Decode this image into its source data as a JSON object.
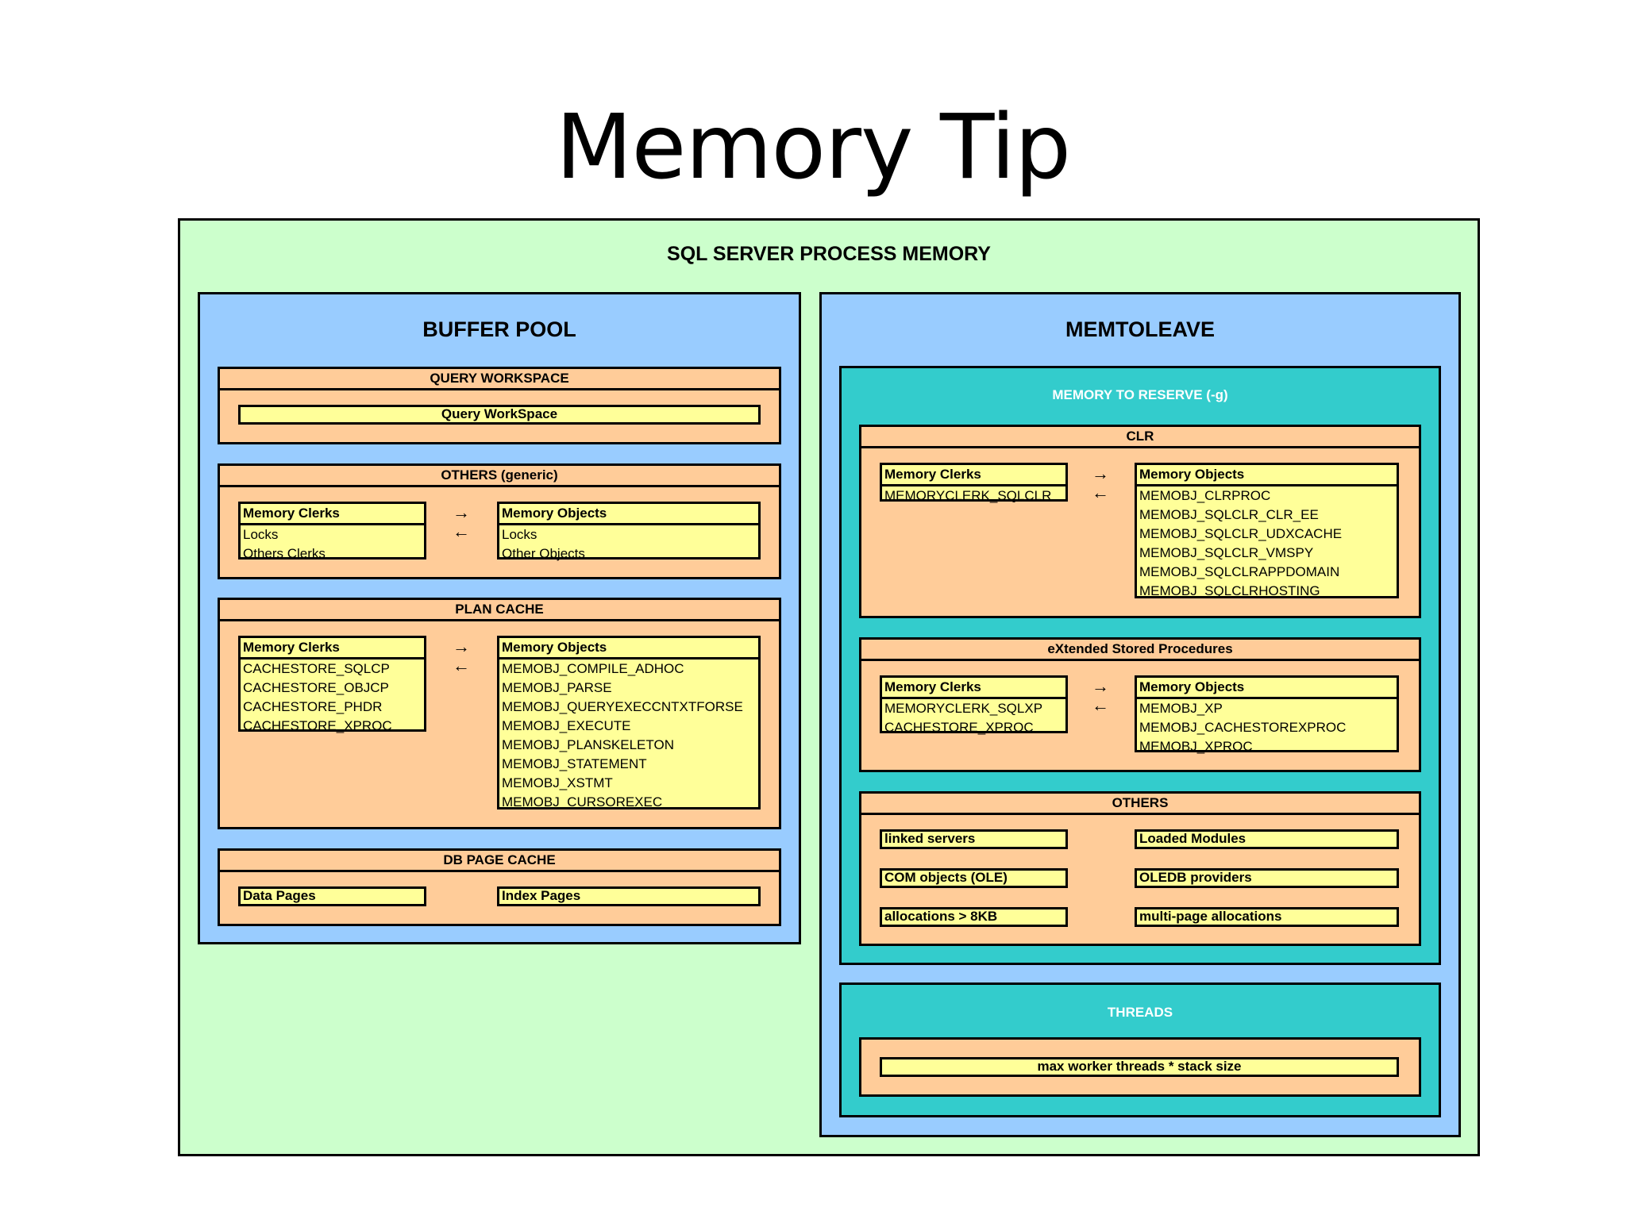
{
  "slide": {
    "title": "Memory Tip"
  },
  "process": {
    "title": "SQL SERVER PROCESS MEMORY"
  },
  "arrows": {
    "right": "→",
    "left": "←"
  },
  "buffer_pool": {
    "title": "BUFFER POOL",
    "query_workspace": {
      "header": "QUERY WORKSPACE",
      "item": "Query WorkSpace"
    },
    "others_generic": {
      "header": "OTHERS (generic)",
      "clerks": {
        "header": "Memory Clerks",
        "items": [
          "Locks",
          "Others Clerks"
        ]
      },
      "objects": {
        "header": "Memory Objects",
        "items": [
          "Locks",
          "Other Objects"
        ]
      }
    },
    "plan_cache": {
      "header": "PLAN CACHE",
      "clerks": {
        "header": "Memory Clerks",
        "items": [
          "CACHESTORE_SQLCP",
          "CACHESTORE_OBJCP",
          "CACHESTORE_PHDR",
          "CACHESTORE_XPROC"
        ]
      },
      "objects": {
        "header": "Memory Objects",
        "items": [
          "MEMOBJ_COMPILE_ADHOC",
          "MEMOBJ_PARSE",
          "MEMOBJ_QUERYEXECCNTXTFORSE",
          "MEMOBJ_EXECUTE",
          "MEMOBJ_PLANSKELETON",
          "MEMOBJ_STATEMENT",
          "MEMOBJ_XSTMT",
          "MEMOBJ_CURSOREXEC"
        ]
      }
    },
    "db_page_cache": {
      "header": "DB PAGE CACHE",
      "left": "Data Pages",
      "right": "Index Pages"
    }
  },
  "memtoleave": {
    "title": "MEMTOLEAVE",
    "reserve": {
      "title": "MEMORY TO RESERVE (-g)",
      "clr": {
        "header": "CLR",
        "clerks": {
          "header": "Memory Clerks",
          "items": [
            "MEMORYCLERK_SQLCLR"
          ]
        },
        "objects": {
          "header": "Memory Objects",
          "items": [
            "MEMOBJ_CLRPROC",
            "MEMOBJ_SQLCLR_CLR_EE",
            "MEMOBJ_SQLCLR_UDXCACHE",
            "MEMOBJ_SQLCLR_VMSPY",
            "MEMOBJ_SQLCLRAPPDOMAIN",
            "MEMOBJ_SQLCLRHOSTING"
          ]
        }
      },
      "xsp": {
        "header": "eXtended Stored Procedures",
        "clerks": {
          "header": "Memory Clerks",
          "items": [
            "MEMORYCLERK_SQLXP",
            "CACHESTORE_XPROC"
          ]
        },
        "objects": {
          "header": "Memory Objects",
          "items": [
            "MEMOBJ_XP",
            "MEMOBJ_CACHESTOREXPROC",
            "MEMOBJ_XPROC"
          ]
        }
      },
      "others": {
        "header": "OTHERS",
        "left": [
          "linked servers",
          "COM objects (OLE)",
          "allocations > 8KB"
        ],
        "right": [
          "Loaded Modules",
          "OLEDB providers",
          "multi-page allocations"
        ]
      }
    },
    "threads": {
      "title": "THREADS",
      "item": "max worker threads * stack size"
    }
  },
  "colors": {
    "process_bg": "#ccffcc",
    "pool_bg": "#99ccff",
    "teal_bg": "#33cccc",
    "section_bg": "#ffcc99",
    "item_bg": "#ffff99"
  }
}
